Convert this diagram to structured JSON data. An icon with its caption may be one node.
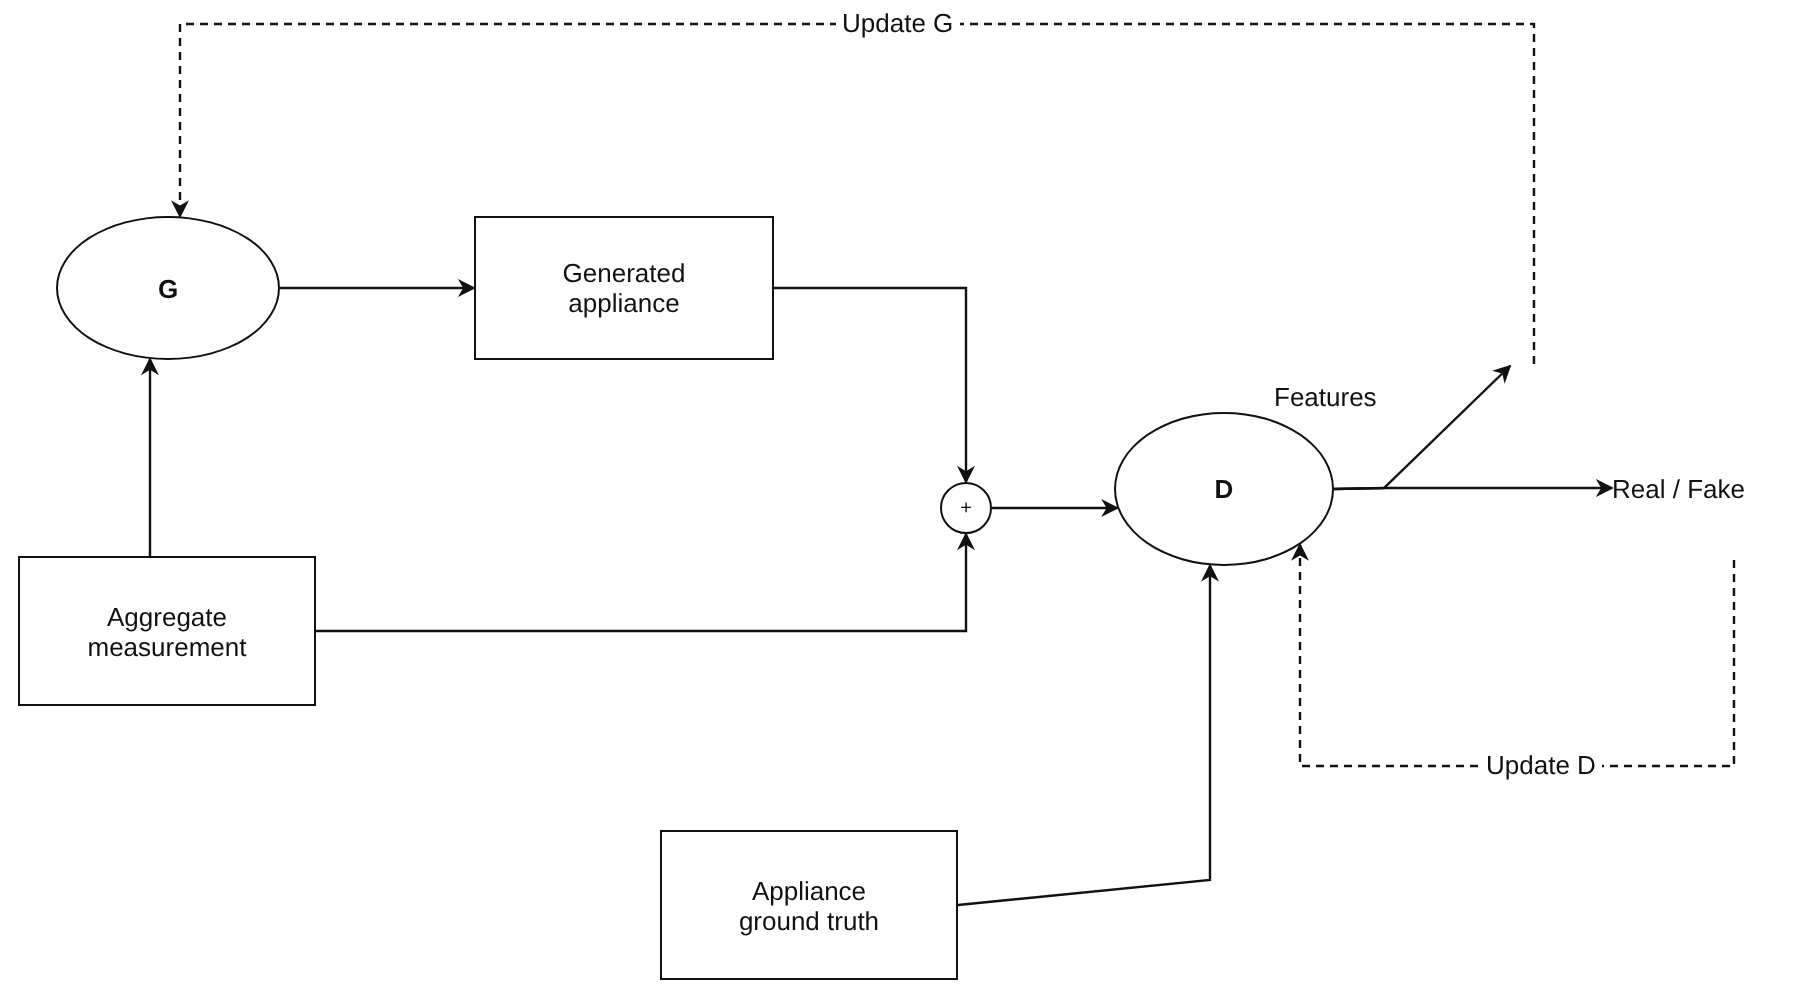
{
  "diagram": {
    "nodes": [
      {
        "text": [
          "G"
        ]
      },
      {
        "text": [
          "Generated appliance"
        ]
      },
      {
        "text": [
          "+"
        ]
      },
      {
        "text": [
          "D"
        ]
      },
      {
        "text": [
          "Aggregate measurement"
        ]
      },
      {
        "text": [
          "Appliance ground truth"
        ]
      },
      {
        "text": [
          "Real / Fake"
        ]
      }
    ],
    "edges": [
      {
        "from": 0,
        "to": 1,
        "arrow": "to"
      },
      {
        "from": 1,
        "to": 2,
        "arrow": "to"
      },
      {
        "from": 4,
        "to": 0,
        "arrow": "to"
      },
      {
        "from": 4,
        "to": 2,
        "arrow": "to"
      },
      {
        "from": 2,
        "to": 3,
        "arrow": "to"
      },
      {
        "from": 5,
        "to": 3,
        "arrow": "to"
      },
      {
        "from": 3,
        "to": 6,
        "arrow": "to"
      },
      {
        "from": 3,
        "to": null,
        "arrow": "to",
        "label": "Features"
      },
      {
        "from": null,
        "to": 0,
        "arrow": "to",
        "style": "dashed",
        "label": "Update G"
      },
      {
        "from": null,
        "to": 3,
        "arrow": "to",
        "style": "dashed",
        "label": "Update D"
      }
    ]
  }
}
